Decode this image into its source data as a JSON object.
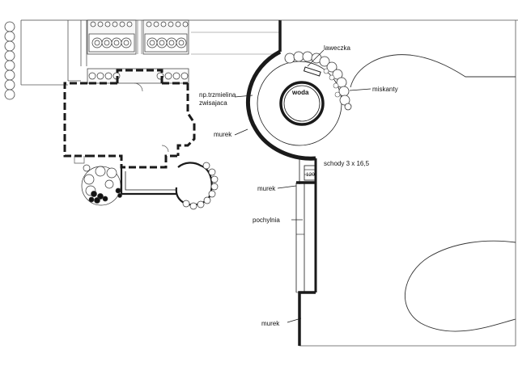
{
  "labels": {
    "laweczka": "laweczka",
    "miskanty": "miskanty",
    "trzmielina_line1": "np.trzmielina",
    "trzmielina_line2": "zwisajaca",
    "woda": "woda",
    "murek_1": "murek",
    "schody": "schody 3 x 16,5",
    "step_width": "120",
    "murek_2": "murek",
    "pochylnia": "pochylnia",
    "murek_3": "murek"
  },
  "colors": {
    "line": "#1a1a1a",
    "wall": "#2a2a2a",
    "thin": "#555555",
    "hedge_fill": "#ffffff"
  }
}
